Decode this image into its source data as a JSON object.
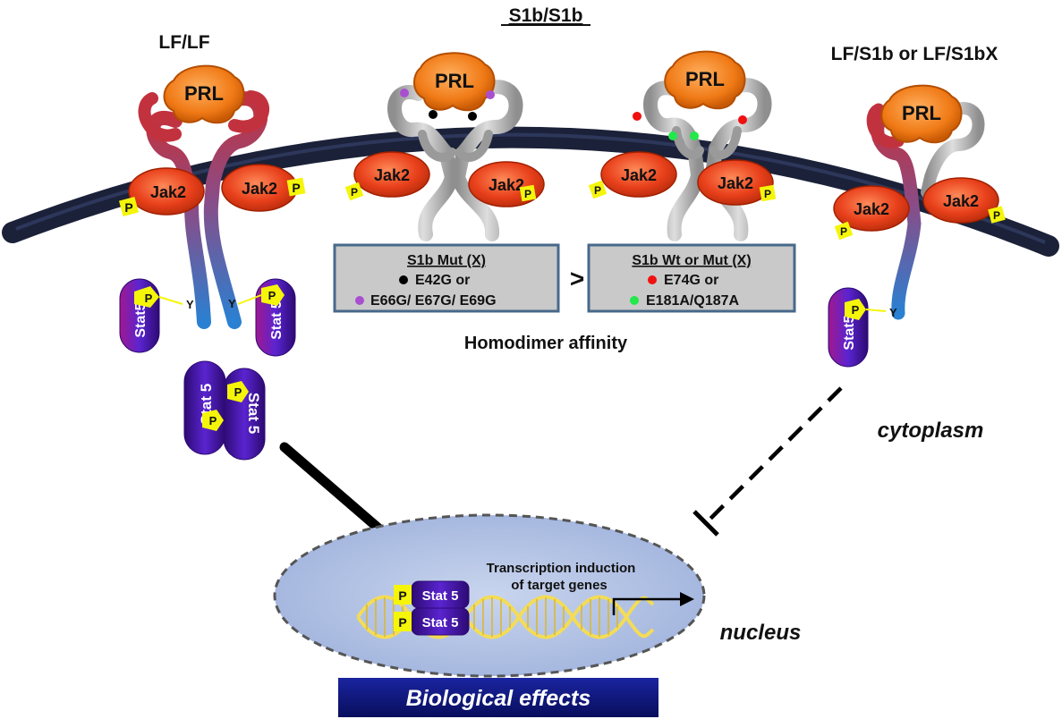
{
  "headings": {
    "lf_lf": "LF/LF",
    "s1b_s1b": "S1b/S1b",
    "lf_s1b": "LF/S1b or LF/S1bX"
  },
  "molecules": {
    "prl": "PRL",
    "jak2": "Jak2",
    "phospho": "P",
    "tyrosine": "Y",
    "stat5": "Stat5",
    "stat5_spaced": "Stat 5"
  },
  "mutation_boxes": {
    "left": {
      "title": "S1b Mut (X)",
      "line1": "E42G or",
      "line2": "E66G/ E67G/ E69G"
    },
    "right": {
      "title": "S1b Wt or Mut (X)",
      "line1": "E74G or",
      "line2": "E181A/Q187A"
    },
    "comparator": ">",
    "caption": "Homodimer affinity"
  },
  "compartments": {
    "cytoplasm": "cytoplasm",
    "nucleus": "nucleus"
  },
  "nucleus_label": {
    "line1": "Transcription induction",
    "line2": "of target genes"
  },
  "outcome": "Biological effects",
  "colors": {
    "membrane": "#1b2138",
    "prl": "#f07a16",
    "prl_stroke": "#b44e00",
    "jak2": "#e8401b",
    "jak2_stroke": "#a12000",
    "stat5": "#4a17b8",
    "stat5_dark": "#2c0a72",
    "receptor_red": "#c2323e",
    "receptor_blue": "#2a7fd0",
    "receptor_gray": "#b9b9b9",
    "phospho": "#f5f50a",
    "dot_black": "#000000",
    "dot_purple": "#a84fd0",
    "dot_red": "#f01010",
    "dot_green": "#22e84a",
    "box_fill": "#c9c9c9",
    "box_stroke": "#47698a",
    "nucleus_fill": "#b6c5e6",
    "banner": "#0d157d",
    "dna": "#f3dc57"
  }
}
